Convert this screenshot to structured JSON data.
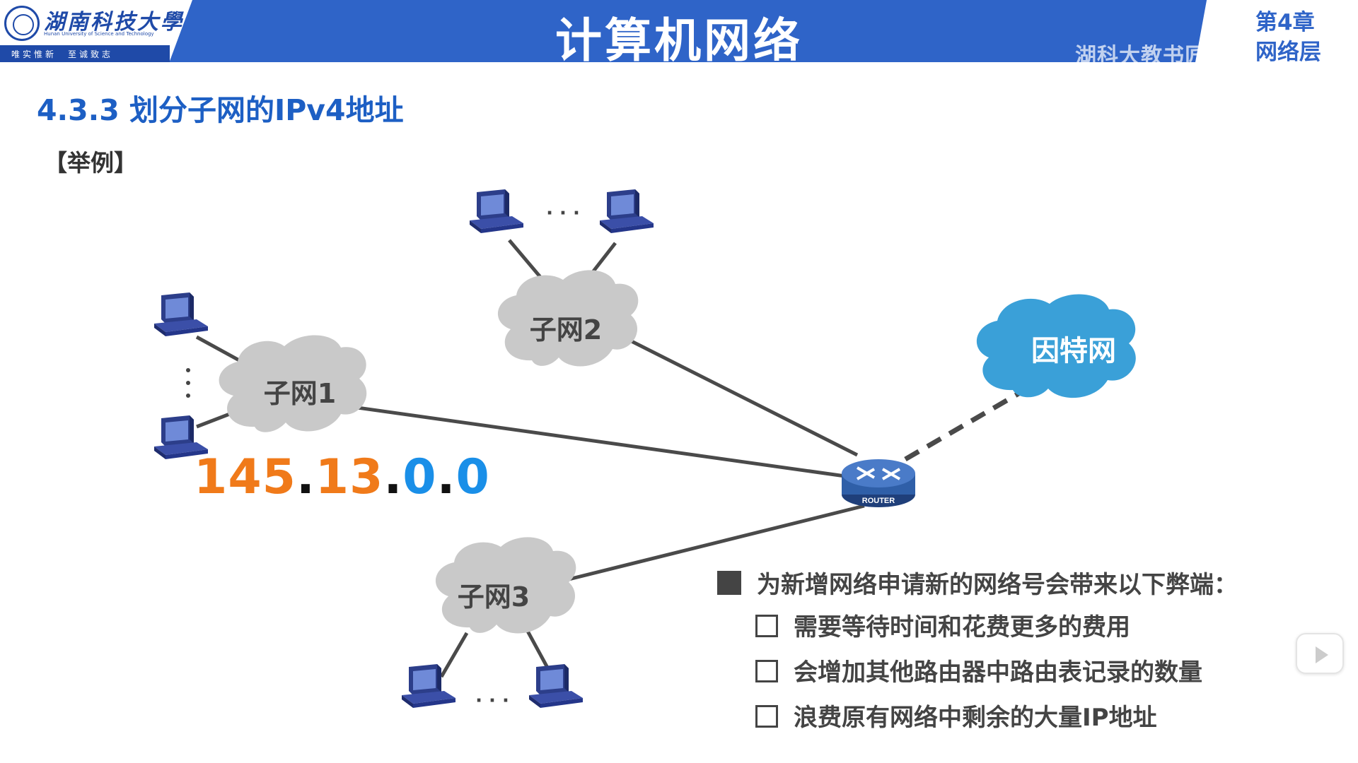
{
  "header": {
    "logo_name": "湖南科技大學",
    "logo_subtitle": "Hunan University of Science and Technology",
    "logo_motto": "唯实惟新　至诚致志",
    "title": "计算机网络",
    "chapter_number": "第4章",
    "chapter_name": "网络层",
    "watermark": "湖科大教书匠"
  },
  "section": {
    "title": "4.3.3 划分子网的IPv4地址",
    "example_tag": "【举例】"
  },
  "diagram": {
    "clouds": [
      {
        "label": "子网1"
      },
      {
        "label": "子网2"
      },
      {
        "label": "子网3"
      }
    ],
    "internet_label": "因特网",
    "router_label": "ROUTER",
    "ellipsis": "· · ·",
    "ip": {
      "part1": "145",
      "dot1": ".",
      "part2": "13",
      "dot2": ".",
      "part3": "0",
      "dot3": ".",
      "part4": "0"
    },
    "colors": {
      "subnet_cloud": "#c9c9c9",
      "internet_cloud": "#3aa0d8",
      "router": "#2f5fa8",
      "ip_orange": "#f07a1a",
      "ip_blue": "#1a8fe8"
    }
  },
  "notes": {
    "main": "为新增网络申请新的网络号会带来以下弊端：",
    "items": [
      "需要等待时间和花费更多的费用",
      "会增加其他路由器中路由表记录的数量",
      "浪费原有网络中剩余的大量IP地址"
    ]
  },
  "overlay": {
    "play_icon": "play-icon"
  }
}
